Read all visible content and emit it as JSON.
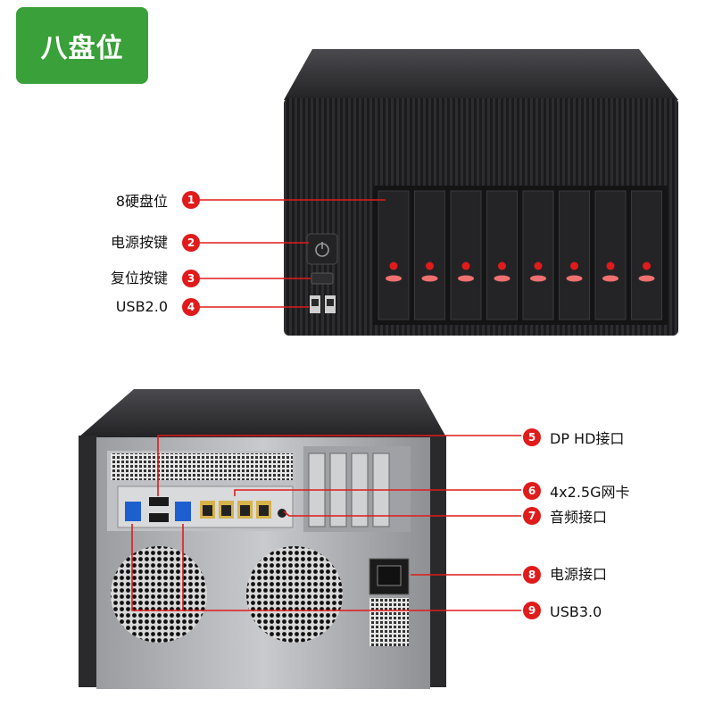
{
  "badge": {
    "text": "八盘位",
    "color": "#3aa03a"
  },
  "accent": "#e01b1b",
  "front": {
    "callouts": [
      {
        "num": "1",
        "label": "8硬盘位"
      },
      {
        "num": "2",
        "label": "电源按键"
      },
      {
        "num": "3",
        "label": "复位按键"
      },
      {
        "num": "4",
        "label": "USB2.0"
      }
    ]
  },
  "rear": {
    "callouts": [
      {
        "num": "5",
        "label": "DP HD接口"
      },
      {
        "num": "6",
        "label": "4x2.5G网卡"
      },
      {
        "num": "7",
        "label": "音频接口"
      },
      {
        "num": "8",
        "label": "电源接口"
      },
      {
        "num": "9",
        "label": "USB3.0"
      }
    ]
  }
}
